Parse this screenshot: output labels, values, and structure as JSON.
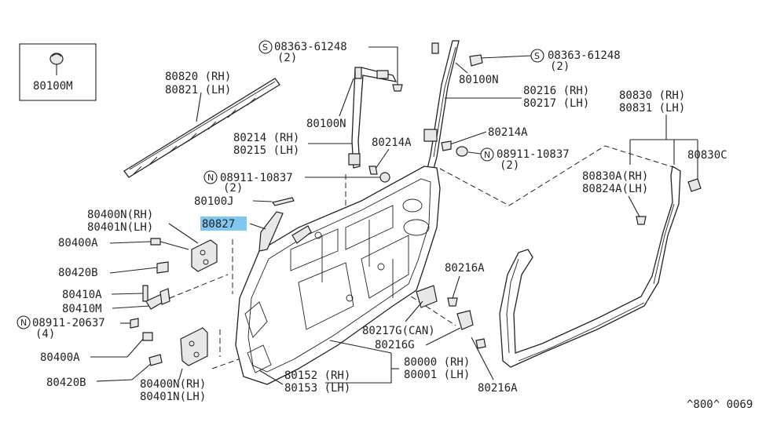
{
  "labels": {
    "l80100M": "80100M",
    "l80820": "80820 (RH)",
    "l80821": "80821 (LH)",
    "l08363a": "08363-61248",
    "l08363a_qty": "(2)",
    "l08363b": "08363-61248",
    "l08363b_qty": "(2)",
    "l80100N_top": "80100N",
    "l80100N_mid": "80100N",
    "l80216": "80216 (RH)",
    "l80217": "80217 (LH)",
    "l80830": "80830 (RH)",
    "l80831": "80831 (LH)",
    "l80214": "80214 (RH)",
    "l80215": "80215 (LH)",
    "l80214A_a": "80214A",
    "l80214A_b": "80214A",
    "l08911a": "08911-10837",
    "l08911a_qty": "(2)",
    "l08911b": "08911-10837",
    "l08911b_qty": "(2)",
    "l80830C": "80830C",
    "l80830A": "80830A(RH)",
    "l80824A": "80824A(LH)",
    "l80100J": "80100J",
    "l80827": "80827",
    "l80400N_a": "80400N(RH)",
    "l80401N_a": "80401N(LH)",
    "l80400A_a": "80400A",
    "l80420B_a": "80420B",
    "l80216A_a": "80216A",
    "l80410A": "80410A",
    "l80410M": "80410M",
    "l08911c": "08911-20637",
    "l08911c_qty": "(4)",
    "l80217G": "80217G(CAN)",
    "l80216G": "80216G",
    "l80400A_b": "80400A",
    "l80420B_b": "80420B",
    "l80400N_b": "80400N(RH)",
    "l80401N_b": "80401N(LH)",
    "l80000": "80000 (RH)",
    "l80001": "80001 (LH)",
    "l80152": "80152 (RH)",
    "l80153": "80153 (LH)",
    "l80216A_b": "80216A",
    "footer_ref": "^800^ 0069"
  },
  "symbols": {
    "S": "S",
    "N": "N"
  },
  "colors": {
    "highlight": "#7ec8f0",
    "ink": "#222222"
  }
}
